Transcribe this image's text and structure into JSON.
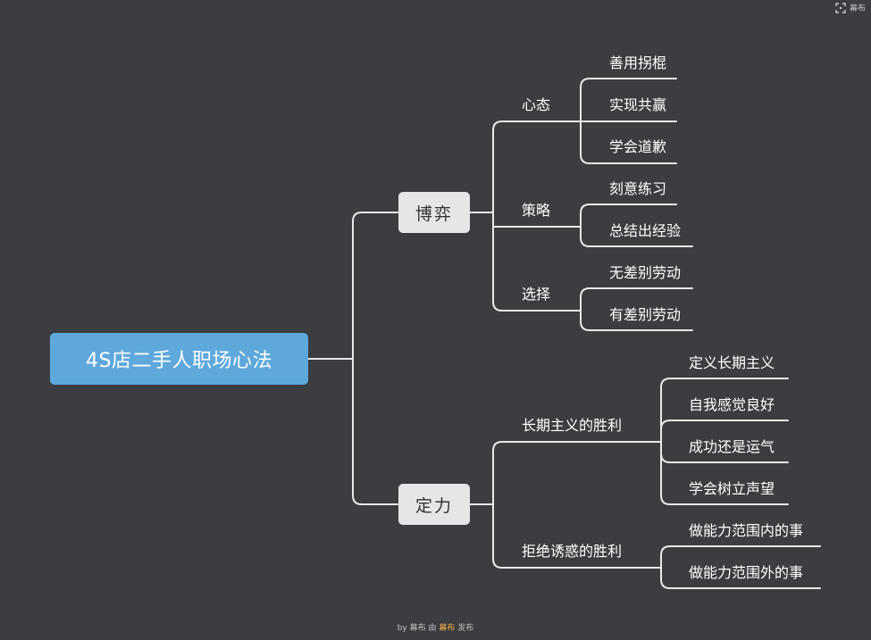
{
  "colors": {
    "background": "#3b3d41",
    "root": "#5ea8dc",
    "main_topic": "#e6e6e6",
    "line": "#e9e9e9"
  },
  "header": {
    "publish_icon": "fullscreen-icon",
    "publish_label": "幕布"
  },
  "root": {
    "label": "4S店二手人职场心法"
  },
  "topics": [
    {
      "label": "博弈",
      "children": [
        {
          "label": "心态",
          "children": [
            "善用拐棍",
            "实现共赢",
            "学会道歉"
          ]
        },
        {
          "label": "策略",
          "children": [
            "刻意练习",
            "总结出经验"
          ]
        },
        {
          "label": "选择",
          "children": [
            "无差别劳动",
            "有差别劳动"
          ]
        }
      ]
    },
    {
      "label": "定力",
      "children": [
        {
          "label": "长期主义的胜利",
          "children": [
            "定义长期主义",
            "自我感觉良好",
            "成功还是运气",
            "学会树立声望"
          ]
        },
        {
          "label": "拒绝诱惑的胜利",
          "children": [
            "做能力范围内的事",
            "做能力范围外的事"
          ]
        }
      ]
    }
  ],
  "footer": {
    "by": "by",
    "tool": "幕布",
    "mid": "由",
    "publish": "发布",
    "brand": "幕布"
  }
}
